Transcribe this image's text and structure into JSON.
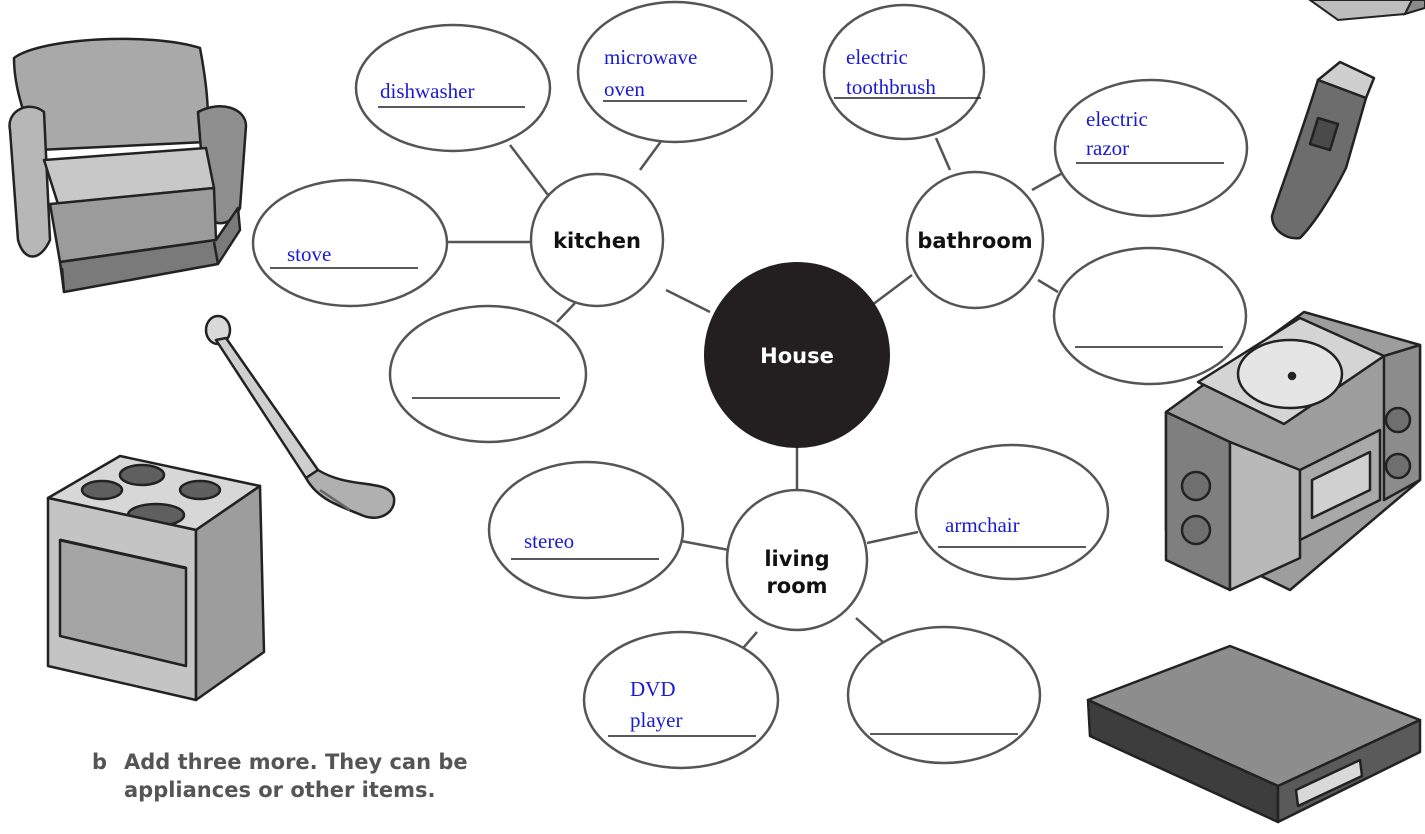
{
  "center": {
    "label": "House"
  },
  "hubs": {
    "kitchen": {
      "label": "kitchen"
    },
    "bathroom": {
      "label": "bathroom"
    },
    "living": {
      "line1": "living",
      "line2": "room"
    }
  },
  "answers": {
    "dishwasher": "dishwasher",
    "microwave_1": "microwave",
    "microwave_2": "oven",
    "stove": "stove",
    "toothbrush_1": "electric",
    "toothbrush_2": "toothbrush",
    "razor_1": "electric",
    "razor_2": "razor",
    "stereo": "stereo",
    "armchair": "armchair",
    "dvd_1": "DVD",
    "dvd_2": "player"
  },
  "instruction": {
    "letter": "b",
    "line1": "Add three more. They can be",
    "line2": "appliances or other items."
  },
  "illustrations": [
    "armchair-illustration",
    "electric-razor-illustration",
    "electric-toothbrush-illustration",
    "stereo-illustration",
    "stove-illustration",
    "dvd-player-illustration",
    "corner-box-illustration"
  ]
}
